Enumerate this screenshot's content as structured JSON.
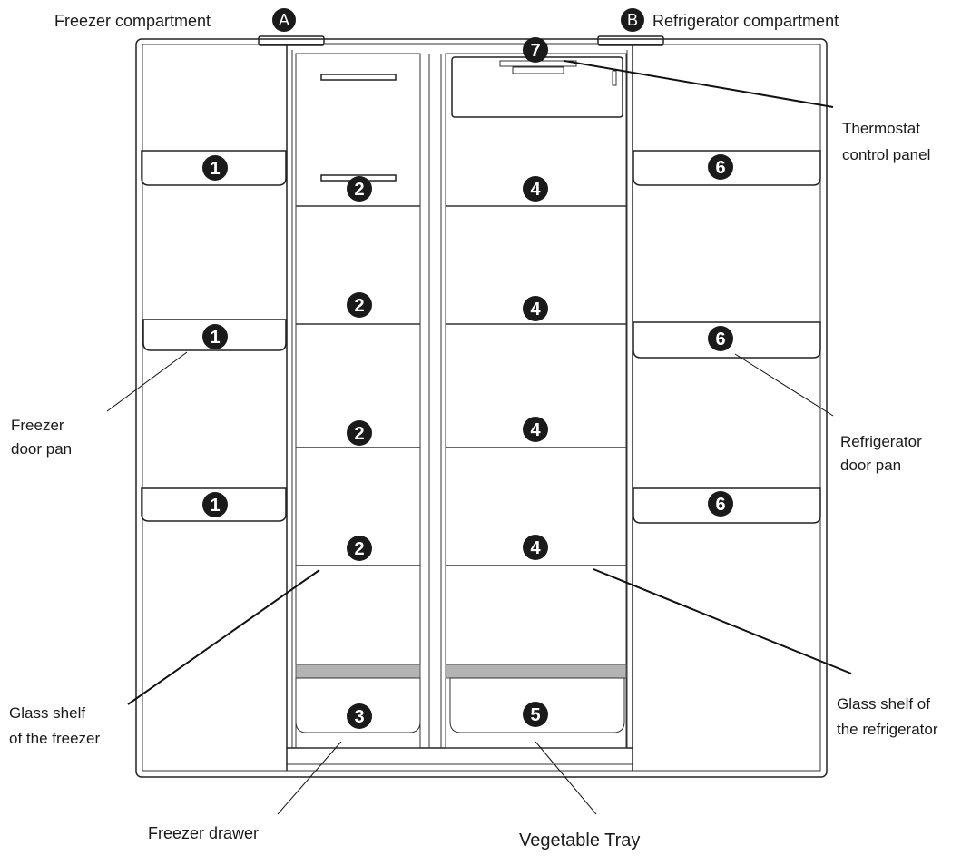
{
  "labels": {
    "freezer_compartment": "Freezer compartment",
    "refrigerator_compartment": "Refrigerator compartment",
    "thermostat_line1": "Thermostat",
    "thermostat_line2": "control panel",
    "freezer_door_pan_line1": "Freezer",
    "freezer_door_pan_line2": "door pan",
    "refrigerator_door_pan_line1": "Refrigerator",
    "refrigerator_door_pan_line2": "door pan",
    "freezer_glass_shelf_line1": "Glass shelf",
    "freezer_glass_shelf_line2": "of the freezer",
    "refrigerator_glass_shelf_line1": "Glass shelf of",
    "refrigerator_glass_shelf_line2": "the refrigerator",
    "freezer_drawer": "Freezer drawer",
    "vegetable_tray": "Vegetable Tray"
  },
  "badges": {
    "freezer_letter": "A",
    "refrigerator_letter": "B",
    "freezer_door_pan": "1",
    "freezer_shelf": "2",
    "freezer_drawer": "3",
    "refrigerator_shelf": "4",
    "vegetable_tray": "5",
    "refrigerator_door_pan": "6",
    "thermostat": "7"
  },
  "colors": {
    "badge_fill": "#1a1a1a",
    "drawer_rail": "#b3b3b3",
    "outline": "#222222"
  }
}
